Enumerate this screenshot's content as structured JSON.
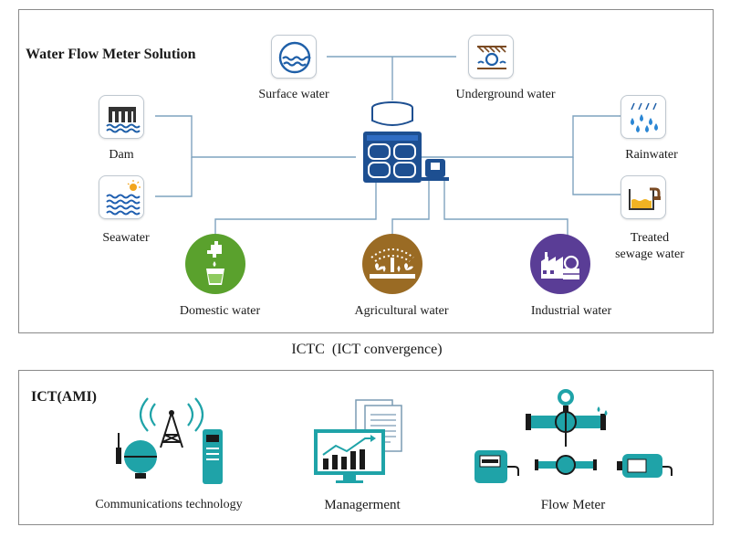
{
  "top_panel": {
    "title": "Water Flow Meter Solution",
    "sources": {
      "surface": "Surface water",
      "underground": "Underground water",
      "dam": "Dam",
      "seawater": "Seawater",
      "rainwater": "Rainwater",
      "treated_line1": "Treated",
      "treated_line2": "sewage water"
    },
    "uses": {
      "domestic": "Domestic water",
      "agricultural": "Agricultural water",
      "industrial": "Industrial water"
    }
  },
  "middle_label": "ICTC  (ICT convergence)",
  "bottom_panel": {
    "title": "ICT(AMI)",
    "items": {
      "communications": "Communications technology",
      "management": "Managerment",
      "flow_meter": "Flow Meter"
    }
  },
  "colors": {
    "line": "#7fa3bf",
    "icon_blue": "#1e5fa8",
    "dark_blue": "#1d4f91",
    "domestic_green": "#5aa12d",
    "agri_brown": "#9a6b24",
    "industrial_purple": "#5a3d96",
    "teal": "#1fa3a8",
    "seawater_blue": "#1f5fb0",
    "sun_yellow": "#f2a51c"
  }
}
